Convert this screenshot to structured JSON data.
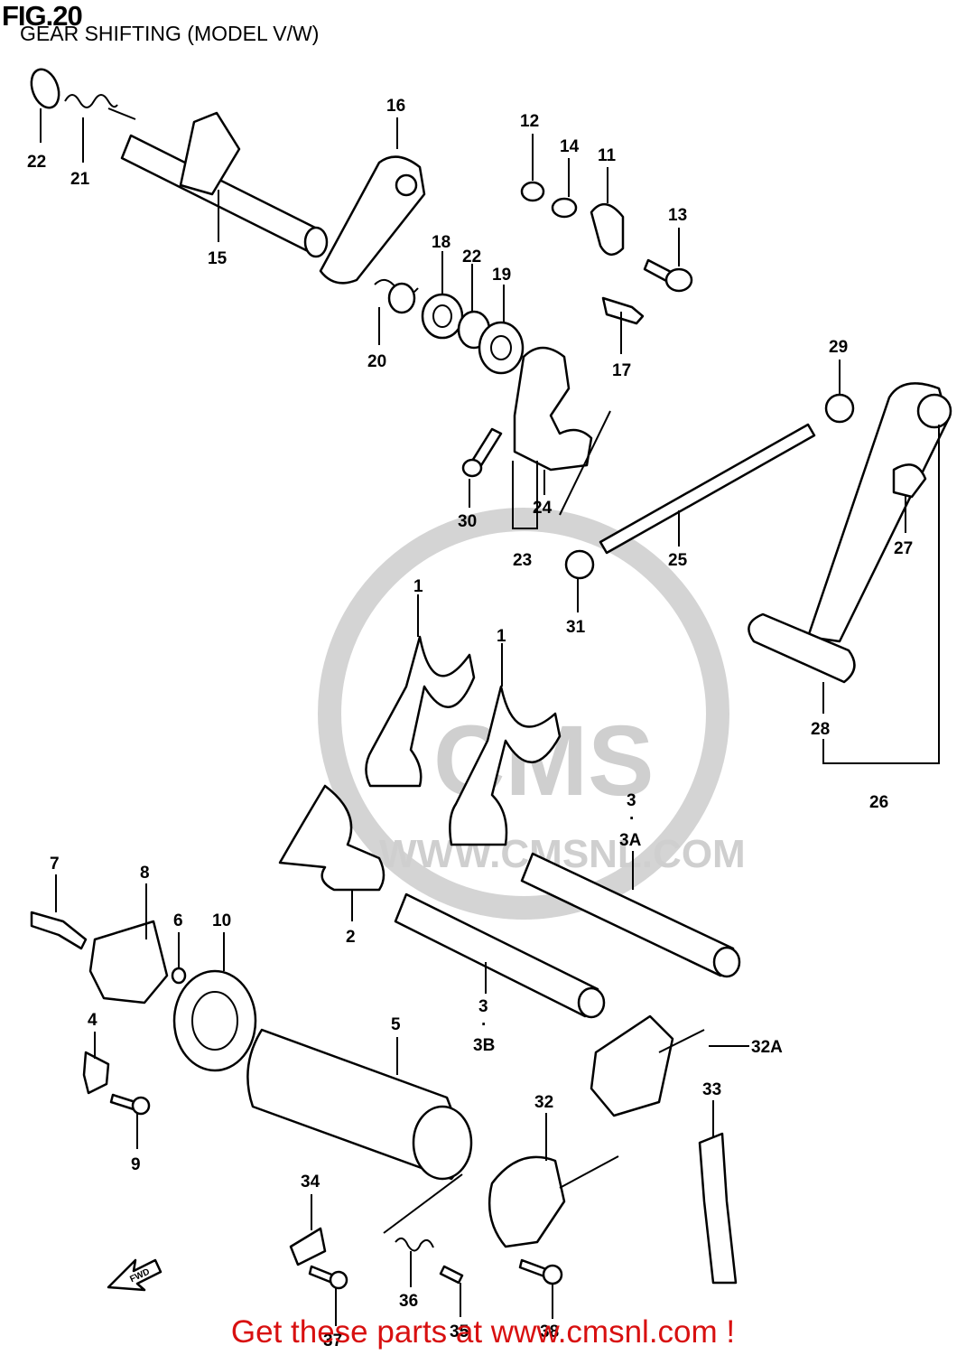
{
  "figure": {
    "title": "FIG.20",
    "subtitle": "GEAR SHIFTING (MODEL V/W)"
  },
  "watermark": {
    "logo": "CMS",
    "url": "WWW.CMSNL.COM"
  },
  "arrow_label": "FWD",
  "callouts": {
    "c22a": "22",
    "c21": "21",
    "c15": "15",
    "c16": "16",
    "c12": "12",
    "c14": "14",
    "c11": "11",
    "c13": "13",
    "c18": "18",
    "c22b": "22",
    "c19": "19",
    "c20": "20",
    "c17": "17",
    "c29": "29",
    "c30": "30",
    "c24": "24",
    "c23": "23",
    "c25": "25",
    "c27": "27",
    "c31": "31",
    "c1a": "1",
    "c1b": "1",
    "c28": "28",
    "c26": "26",
    "c3a": "3",
    "c3adot": "·",
    "c3A": "3A",
    "c7": "7",
    "c8": "8",
    "c6": "6",
    "c10": "10",
    "c2": "2",
    "c3b": "3",
    "c3bdot": "·",
    "c3B": "3B",
    "c4": "4",
    "c5": "5",
    "c32A": "32A",
    "c9": "9",
    "c32": "32",
    "c33": "33",
    "c34": "34",
    "c36": "36",
    "c35": "35",
    "c37": "37",
    "c38": "38"
  },
  "footer": "Get these parts at www.cmsnl.com !",
  "colors": {
    "footer": "#d81010",
    "line": "#000000",
    "watermark": "#d4d4d4"
  }
}
